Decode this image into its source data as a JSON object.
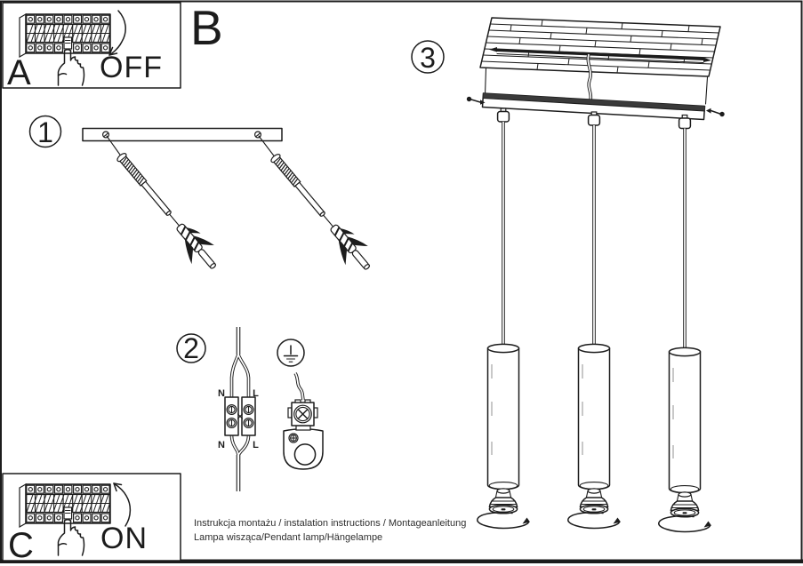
{
  "document": {
    "footer": {
      "line1": "Instrukcja montażu / instalation instructions / Montageanleitung",
      "line2": "Lampa wisząca/Pendant lamp/Hängelampe"
    },
    "colors": {
      "ink": "#1c1c1c",
      "paper": "#ffffff"
    }
  },
  "power_off_box": {
    "label": "A",
    "action": "OFF"
  },
  "power_on_box": {
    "label": "C",
    "action": "ON"
  },
  "section_b": {
    "label": "B"
  },
  "steps": {
    "mount_bar": {
      "number": "1"
    },
    "wiring": {
      "number": "2",
      "terminal_labels": {
        "top_left": "N",
        "top_right": "L",
        "bottom_left": "N",
        "bottom_right": "L"
      }
    },
    "assembly": {
      "number": "3"
    }
  },
  "icons": {
    "breaker_panel": "circuit-breaker-panel",
    "pointing_hand": "pointing-hand",
    "arrow_down": "curved-arrow-down",
    "arrow_up": "curved-arrow-up",
    "earth_ground": "earth-ground-symbol",
    "rotation_arrow": "rotate-bulb-to-install"
  }
}
